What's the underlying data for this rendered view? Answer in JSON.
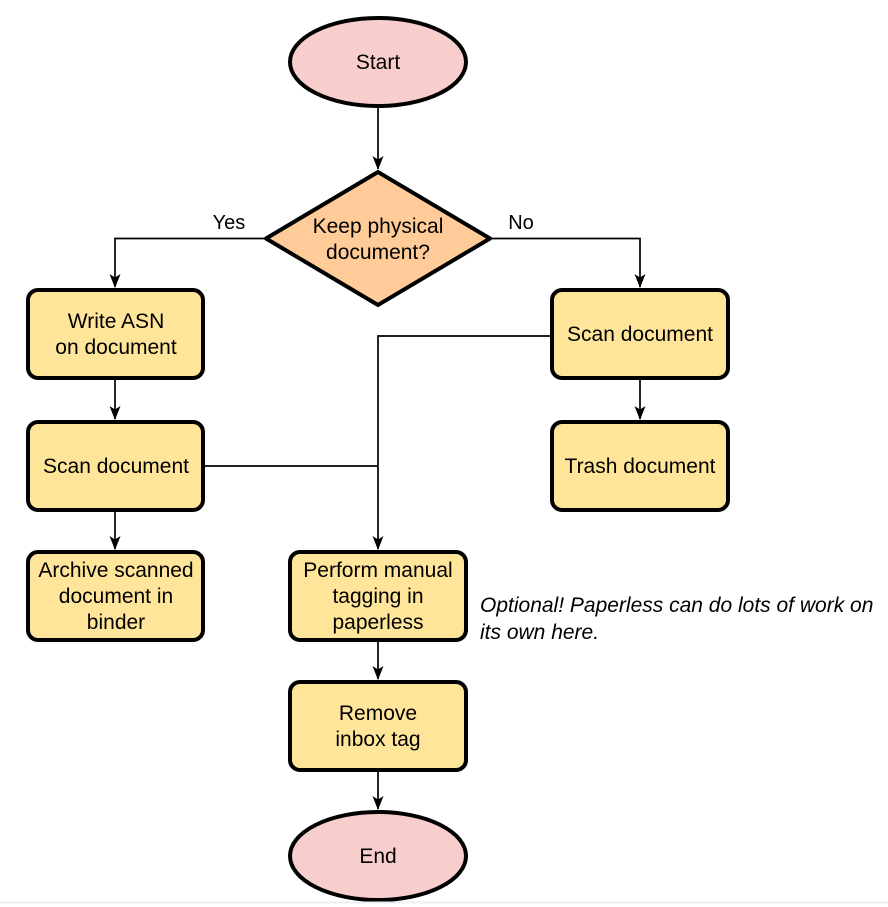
{
  "colors": {
    "terminator_fill": "#F8CECC",
    "decision_fill": "#FFCC99",
    "process_fill": "#FFE599",
    "stroke": "#000000"
  },
  "nodes": {
    "start": {
      "label": "Start"
    },
    "decision": {
      "line1": "Keep physical",
      "line2": "document?"
    },
    "write_asn": {
      "line1": "Write ASN",
      "line2": "on document"
    },
    "scan_left": {
      "label": "Scan document"
    },
    "archive": {
      "line1": "Archive scanned",
      "line2": "document in",
      "line3": "binder"
    },
    "scan_right": {
      "label": "Scan document"
    },
    "trash": {
      "label": "Trash document"
    },
    "tagging": {
      "line1": "Perform manual",
      "line2": "tagging in",
      "line3": "paperless"
    },
    "remove_inbox": {
      "line1": "Remove",
      "line2": "inbox tag"
    },
    "end": {
      "label": "End"
    }
  },
  "edge_labels": {
    "yes": "Yes",
    "no": "No"
  },
  "annotation": {
    "line1": "Optional! Paperless can do lots of work on",
    "line2": "its own here."
  }
}
